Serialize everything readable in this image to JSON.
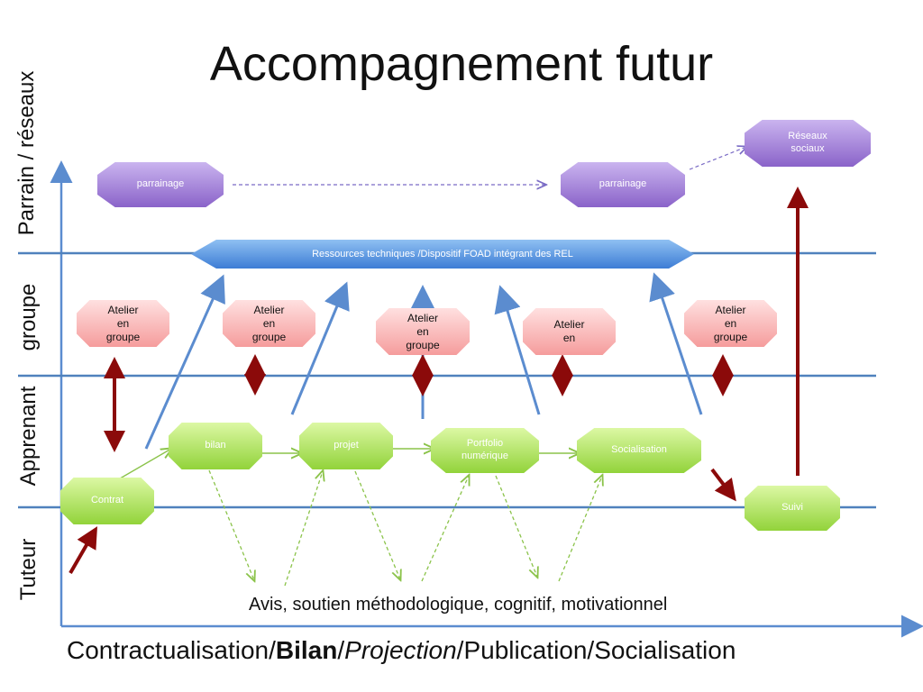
{
  "title": "Accompagnement futur",
  "lanes": {
    "parrain": "Parrain / réseaux",
    "groupe": "groupe",
    "apprenant": "Apprenant",
    "tuteur": "Tuteur"
  },
  "nodes": {
    "parrainage_1": "parrainage",
    "parrainage_2": "parrainage",
    "reseaux_line1": "Réseaux",
    "reseaux_line2": "sociaux",
    "ressources": "Ressources techniques /Dispositif FOAD  intégrant des REL",
    "atelier_line1": "Atelier",
    "atelier_line2": "en",
    "atelier_line3": "groupe",
    "bilan": "bilan",
    "projet": "projet",
    "portfolio_line1": "Portfolio",
    "portfolio_line2": "numérique",
    "socialisation": "Socialisation",
    "contrat": "Contrat",
    "suivi": "Suivi"
  },
  "support_text": "Avis, soutien méthodologique, cognitif, motivationnel",
  "x_axis": {
    "part1": "Contractualisation/",
    "part2": "Bilan",
    "part3": "/",
    "part4": "Projection",
    "part5": "/Publication/Socialisation"
  },
  "colors": {
    "lane_line": "#4f81bd",
    "dark_red": "#8b0a0a",
    "purple": "#9b74d6",
    "green": "#a6dd50",
    "pink": "#f7a8a8",
    "blue": "#4a8ae0"
  }
}
